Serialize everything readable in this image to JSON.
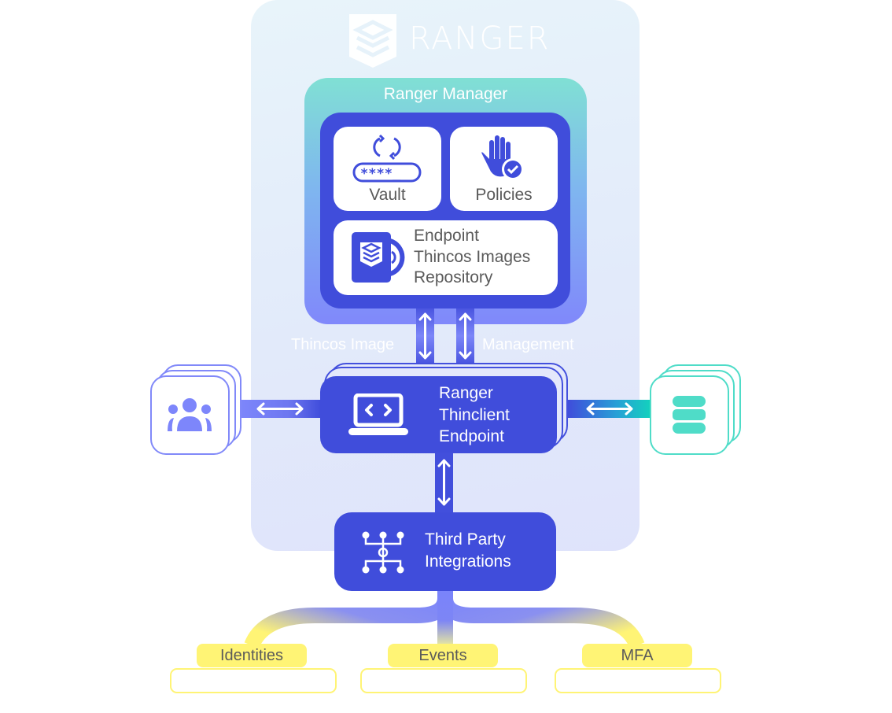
{
  "brand": {
    "name": "RANGER"
  },
  "manager": {
    "title": "Ranger Manager",
    "vault": {
      "label": "Vault",
      "icon": "password-rotate-icon"
    },
    "policies": {
      "label": "Policies",
      "icon": "hand-check-icon"
    },
    "repository": {
      "lines": [
        "Endpoint",
        "Thincos Images",
        "Repository"
      ],
      "icon": "image-disc-icon"
    }
  },
  "connectors": {
    "image_label": "Thincos Image",
    "management_label": "Management"
  },
  "endpoint": {
    "lines": [
      "Ranger",
      "Thinclient",
      "Endpoint"
    ],
    "icon": "laptop-code-icon"
  },
  "users": {
    "icon": "users-icon"
  },
  "database": {
    "icon": "database-icon"
  },
  "third_party": {
    "lines": [
      "Third Party",
      "Integrations"
    ],
    "icon": "network-tree-icon"
  },
  "outputs": [
    {
      "label": "Identities"
    },
    {
      "label": "Events"
    },
    {
      "label": "MFA"
    }
  ],
  "colors": {
    "primary": "#404ddb",
    "teal": "#14d0be",
    "yellow": "#fff475",
    "text_gray": "#5a5a5a"
  }
}
